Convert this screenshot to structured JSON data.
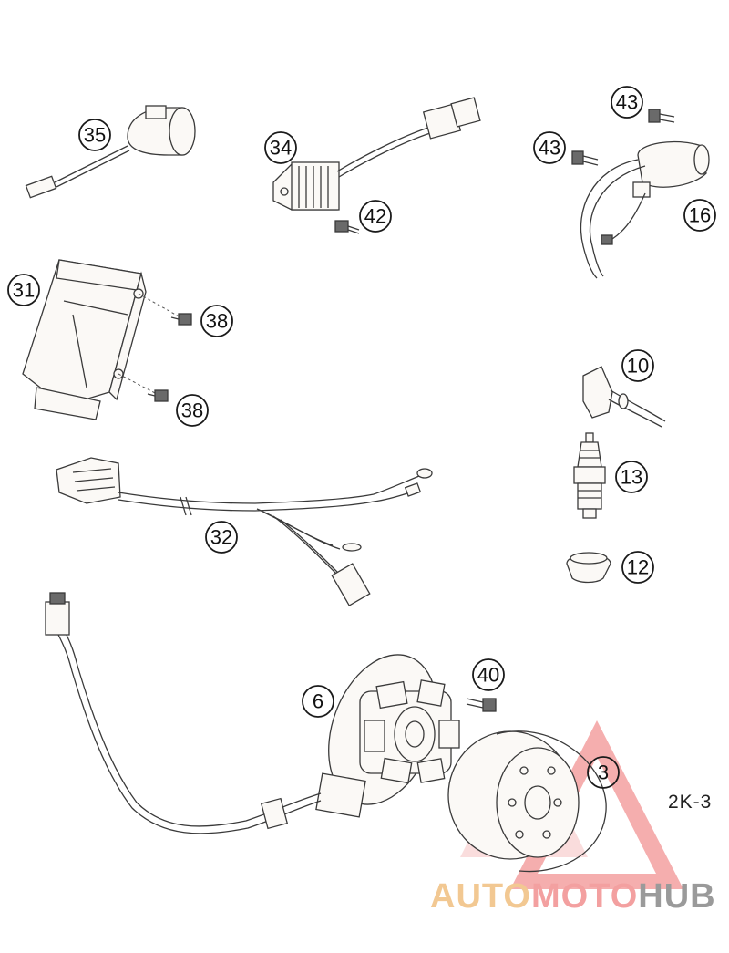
{
  "figure": {
    "reference_code": "2K-3",
    "watermark": {
      "part1": "AUTO",
      "part2": "MOTO",
      "part3": "HUB"
    }
  },
  "callouts": [
    {
      "id": "35",
      "label": "35"
    },
    {
      "id": "34",
      "label": "34"
    },
    {
      "id": "42",
      "label": "42"
    },
    {
      "id": "43a",
      "label": "43"
    },
    {
      "id": "43b",
      "label": "43"
    },
    {
      "id": "16",
      "label": "16"
    },
    {
      "id": "31",
      "label": "31"
    },
    {
      "id": "38a",
      "label": "38"
    },
    {
      "id": "38b",
      "label": "38"
    },
    {
      "id": "10",
      "label": "10"
    },
    {
      "id": "13",
      "label": "13"
    },
    {
      "id": "32",
      "label": "32"
    },
    {
      "id": "12",
      "label": "12"
    },
    {
      "id": "40",
      "label": "40"
    },
    {
      "id": "6",
      "label": "6"
    },
    {
      "id": "3",
      "label": "3"
    }
  ],
  "colors": {
    "watermark_red": "#ee6f6f",
    "watermark_orange": "#f2c892"
  }
}
